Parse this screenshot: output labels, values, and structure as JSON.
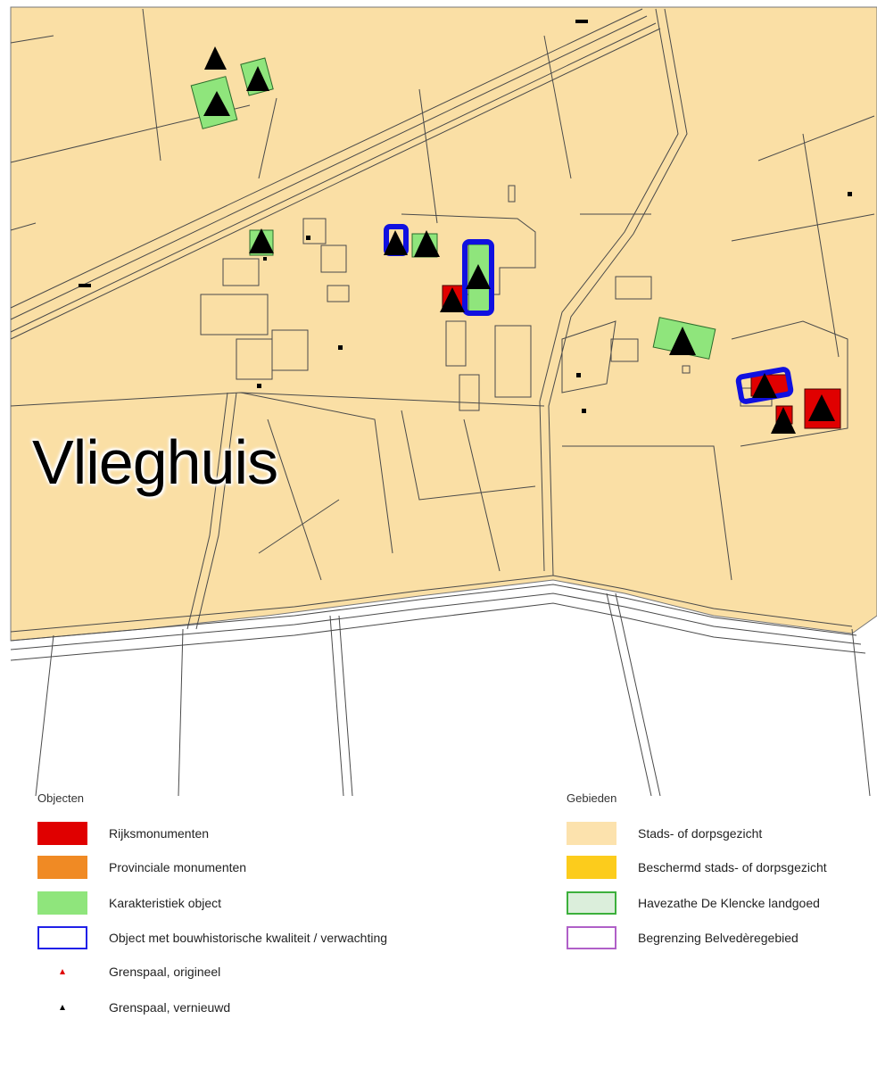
{
  "map": {
    "place_name": "Vlieghuis",
    "colors": {
      "area_fill": "#fadfa5",
      "outside": "#ffffff",
      "line": "#4a4a4a",
      "rijksmonument": "#e00000",
      "karakteristiek": "#8fe57c",
      "bouwhistorisch_outline": "#1010e0",
      "marker": "#000000"
    }
  },
  "legend": {
    "objects_title": "Objecten",
    "areas_title": "Gebieden",
    "objects": [
      {
        "label": "Rijksmonumenten",
        "fill": "#e00000",
        "border": "#e00000",
        "icon": "filled-swatch"
      },
      {
        "label": "Provinciale monumenten",
        "fill": "#f08a24",
        "border": "#f08a24",
        "icon": "filled-swatch"
      },
      {
        "label": "Karakteristiek object",
        "fill": "#8fe57c",
        "border": "#8fe57c",
        "icon": "filled-swatch"
      },
      {
        "label": "Object met bouwhistorische kwaliteit / verwachting",
        "fill": "#ffffff",
        "border": "#2020e8",
        "icon": "outlined-swatch"
      },
      {
        "label": "Grenspaal, origineel",
        "color": "#e00000",
        "icon": "triangle-marker-icon"
      },
      {
        "label": "Grenspaal, vernieuwd",
        "color": "#000000",
        "icon": "triangle-marker-icon"
      }
    ],
    "areas": [
      {
        "label": "Stads- of dorpsgezicht",
        "fill": "#fce2ad",
        "border": "#fce2ad"
      },
      {
        "label": "Beschermd stads- of dorpsgezicht",
        "fill": "#fccc1c",
        "border": "#fccc1c"
      },
      {
        "label": "Havezathe De Klencke landgoed",
        "fill": "#dbeedb",
        "border": "#3cb03c"
      },
      {
        "label": "Begrenzing Belvedèregebied",
        "fill": "#ffffff",
        "border": "#b060c8"
      }
    ]
  }
}
